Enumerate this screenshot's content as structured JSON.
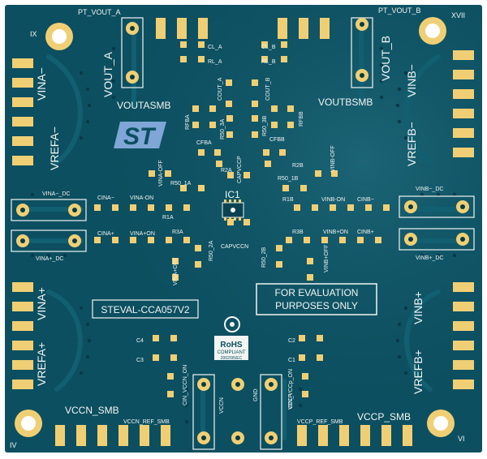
{
  "board": {
    "colors": {
      "background": "#ffffff",
      "pcb": "#0c4f60",
      "pcb_dark": "#083a47",
      "trace": "#0e5b6e",
      "pad": "#f0cf74",
      "silkscreen": "#f2f5f2",
      "logo": "#7fa6d6"
    },
    "logo_icon": "st-logo",
    "compliance_icon": "recycle-icon",
    "corner_labels": {
      "top_left": "IX",
      "top_right": "XVII",
      "bottom_left": "IV",
      "bottom_right": "VI"
    },
    "test_points": {
      "vout_a": "PT_VOUT_A",
      "vout_b": "PT_VOUT_B"
    },
    "connectors": {
      "vout_a": "VOUT_A",
      "vout_b": "VOUT_B",
      "voutasmb": "VOUTASMB",
      "voutbsmb": "VOUTBSMB",
      "vina_minus": "VINA−",
      "vinb_minus": "VINB−",
      "vrefa_minus": "VREFA−",
      "vrefb_minus": "VREFB−",
      "vina_plus": "VINA+",
      "vinb_plus": "VINB+",
      "vrefa_plus": "VREFA+",
      "vrefb_plus": "VREFB+",
      "vccn_smb": "VCCN_SMB",
      "vccp_smb": "VCCP_SMB",
      "vccn_ref_smb": "VCCN_REF_SMB",
      "vccp_ref_smb": "VCCP_REF_SMB",
      "vina_minus_dc": "VINA−_DC",
      "vinb_minus_dc": "VINB−_DC",
      "vina_plus_dc": "VINA+_DC",
      "vinb_plus_dc": "VINB+_DC",
      "vccn": "VCCN",
      "gnd": "GND",
      "vccp": "VCCP"
    },
    "components": {
      "cl_a": "CL_A",
      "rl_a": "RL_A",
      "cl_b": "CL_B",
      "rl_b": "RL_B",
      "cout_a": "COUT_A",
      "cout_b": "COUT_B",
      "r50_3a": "R50_3A",
      "r50_3b": "R50_3B",
      "rfba": "RFBA",
      "rfbb": "RFBB",
      "cfba": "CFBA",
      "cfbb": "CFBB",
      "r2a": "R2A",
      "r2b": "R2B",
      "vina_off": "VINA-OFF",
      "vinb_off": "VINB-OFF",
      "r50_1a": "R50_1A",
      "r50_1b": "R50_1B",
      "capvccp": "CAPVCCP",
      "ic1": "IC1",
      "r1b": "R1B",
      "cina_minus": "CINA−",
      "vina_on": "VINA-ON",
      "vinb_on": "VINB-ON",
      "cinb_minus": "CINB−",
      "r1a": "R1A",
      "cina_plus": "CINA+",
      "vina_plus_on": "VINA+ON",
      "r3a": "R3A",
      "r3b": "R3B",
      "vinb_plus_on": "VINB+ON",
      "cinb_plus": "CINB+",
      "r50_2a": "R50_2A",
      "capvccn": "CAPVCCN",
      "r50_2b": "R50_2B",
      "vina_plus_off": "VINA+OFF",
      "vinb_plus_off": "VINB+OFF",
      "c4": "C4",
      "c3": "C3",
      "c2": "C2",
      "c1": "C1",
      "cin_vccn_on": "CIN_VCCN_ON",
      "cin_vccp_on": "CIN_VCCp_ON"
    },
    "notice_line1": "FOR EVALUATION",
    "notice_line2": "PURPOSES ONLY",
    "board_name": "STEVAL-CCA057V2",
    "rohs_title": "RoHS",
    "rohs_subtitle": "COMPLIANT",
    "rohs_directive": "2002/95/EC"
  }
}
